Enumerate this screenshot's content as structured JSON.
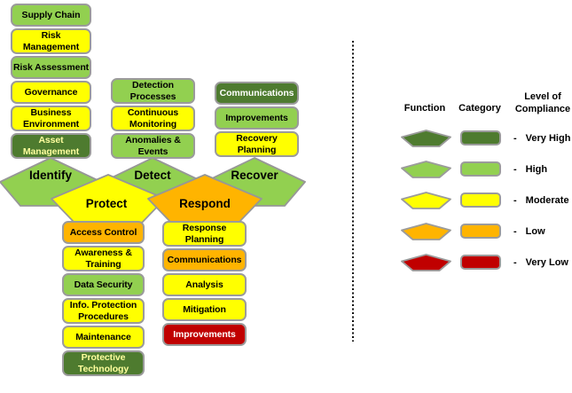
{
  "palette": {
    "very_high": {
      "bg": "#4E7B2F",
      "name": "dark-green"
    },
    "high": {
      "bg": "#92D050",
      "name": "light-green"
    },
    "moderate": {
      "bg": "#FFFF00",
      "name": "yellow"
    },
    "low": {
      "bg": "#FFB400",
      "name": "orange"
    },
    "very_low": {
      "bg": "#C00000",
      "name": "red"
    },
    "border": "#9B9B9B"
  },
  "functions": [
    {
      "label": "Identify",
      "level": "high",
      "categories": [
        {
          "label": "Supply Chain",
          "level": "high"
        },
        {
          "label": "Risk\nManagement",
          "level": "moderate"
        },
        {
          "label": "Risk Assessment",
          "level": "high"
        },
        {
          "label": "Governance",
          "level": "moderate"
        },
        {
          "label": "Business\nEnvironment",
          "level": "moderate"
        },
        {
          "label": "Asset\nManagement",
          "level": "very_high"
        }
      ]
    },
    {
      "label": "Protect",
      "level": "moderate",
      "categories": [
        {
          "label": "Access Control",
          "level": "low"
        },
        {
          "label": "Awareness &\nTraining",
          "level": "moderate"
        },
        {
          "label": "Data Security",
          "level": "high"
        },
        {
          "label": "Info. Protection\nProcedures",
          "level": "moderate"
        },
        {
          "label": "Maintenance",
          "level": "moderate"
        },
        {
          "label": "Protective\nTechnology",
          "level": "very_high"
        }
      ]
    },
    {
      "label": "Detect",
      "level": "high",
      "categories": [
        {
          "label": "Detection\nProcesses",
          "level": "high"
        },
        {
          "label": "Continuous\nMonitoring",
          "level": "moderate"
        },
        {
          "label": "Anomalies &\nEvents",
          "level": "high"
        }
      ]
    },
    {
      "label": "Respond",
      "level": "low",
      "categories": [
        {
          "label": "Response\nPlanning",
          "level": "moderate"
        },
        {
          "label": "Communications",
          "level": "low"
        },
        {
          "label": "Analysis",
          "level": "moderate"
        },
        {
          "label": "Mitigation",
          "level": "moderate"
        },
        {
          "label": "Improvements",
          "level": "very_low"
        }
      ]
    },
    {
      "label": "Recover",
      "level": "high",
      "categories": [
        {
          "label": "Communications",
          "level": "very_high"
        },
        {
          "label": "Improvements",
          "level": "high"
        },
        {
          "label": "Recovery\nPlanning",
          "level": "moderate"
        }
      ]
    }
  ],
  "legend": {
    "headers": {
      "function": "Function",
      "category": "Category",
      "compliance": "Level of\nCompliance"
    },
    "rows": [
      {
        "dash": "-",
        "label": "Very High",
        "level": "very_high"
      },
      {
        "dash": "-",
        "label": "High",
        "level": "high"
      },
      {
        "dash": "-",
        "label": "Moderate",
        "level": "moderate"
      },
      {
        "dash": "-",
        "label": "Low",
        "level": "low"
      },
      {
        "dash": "-",
        "label": "Very Low",
        "level": "very_low"
      }
    ]
  }
}
